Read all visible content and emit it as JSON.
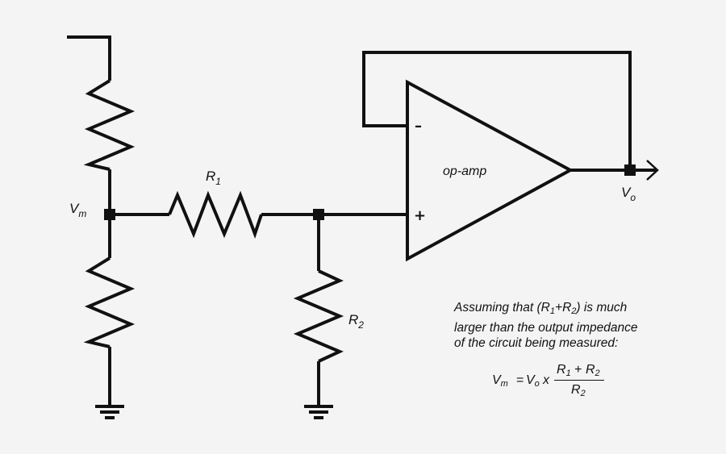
{
  "labels": {
    "vm": "V",
    "vm_sub": "m",
    "r1": "R",
    "r1_sub": "1",
    "r2": "R",
    "r2_sub": "2",
    "opamp": "op-amp",
    "vo": "V",
    "vo_sub": "o",
    "minus": "–",
    "plus": "+"
  },
  "note": {
    "line1_pre": "Assuming that (R",
    "line1_sub1": "1",
    "line1_mid": "+R",
    "line1_sub2": "2",
    "line1_post": ") is much",
    "line2": "larger than the output impedance",
    "line3": "of the circuit being measured:"
  },
  "formula": {
    "lhs": "V",
    "lhs_sub": "m",
    "eq": "=",
    "vo": "V",
    "vo_sub": "o",
    "times": "x",
    "num_r1": "R",
    "num_r1_sub": "1",
    "num_plus": "+",
    "num_r2": "R",
    "num_r2_sub": "2",
    "den_r2": "R",
    "den_r2_sub": "2"
  },
  "colors": {
    "background": "#f4f4f4",
    "ink": "#111111"
  }
}
